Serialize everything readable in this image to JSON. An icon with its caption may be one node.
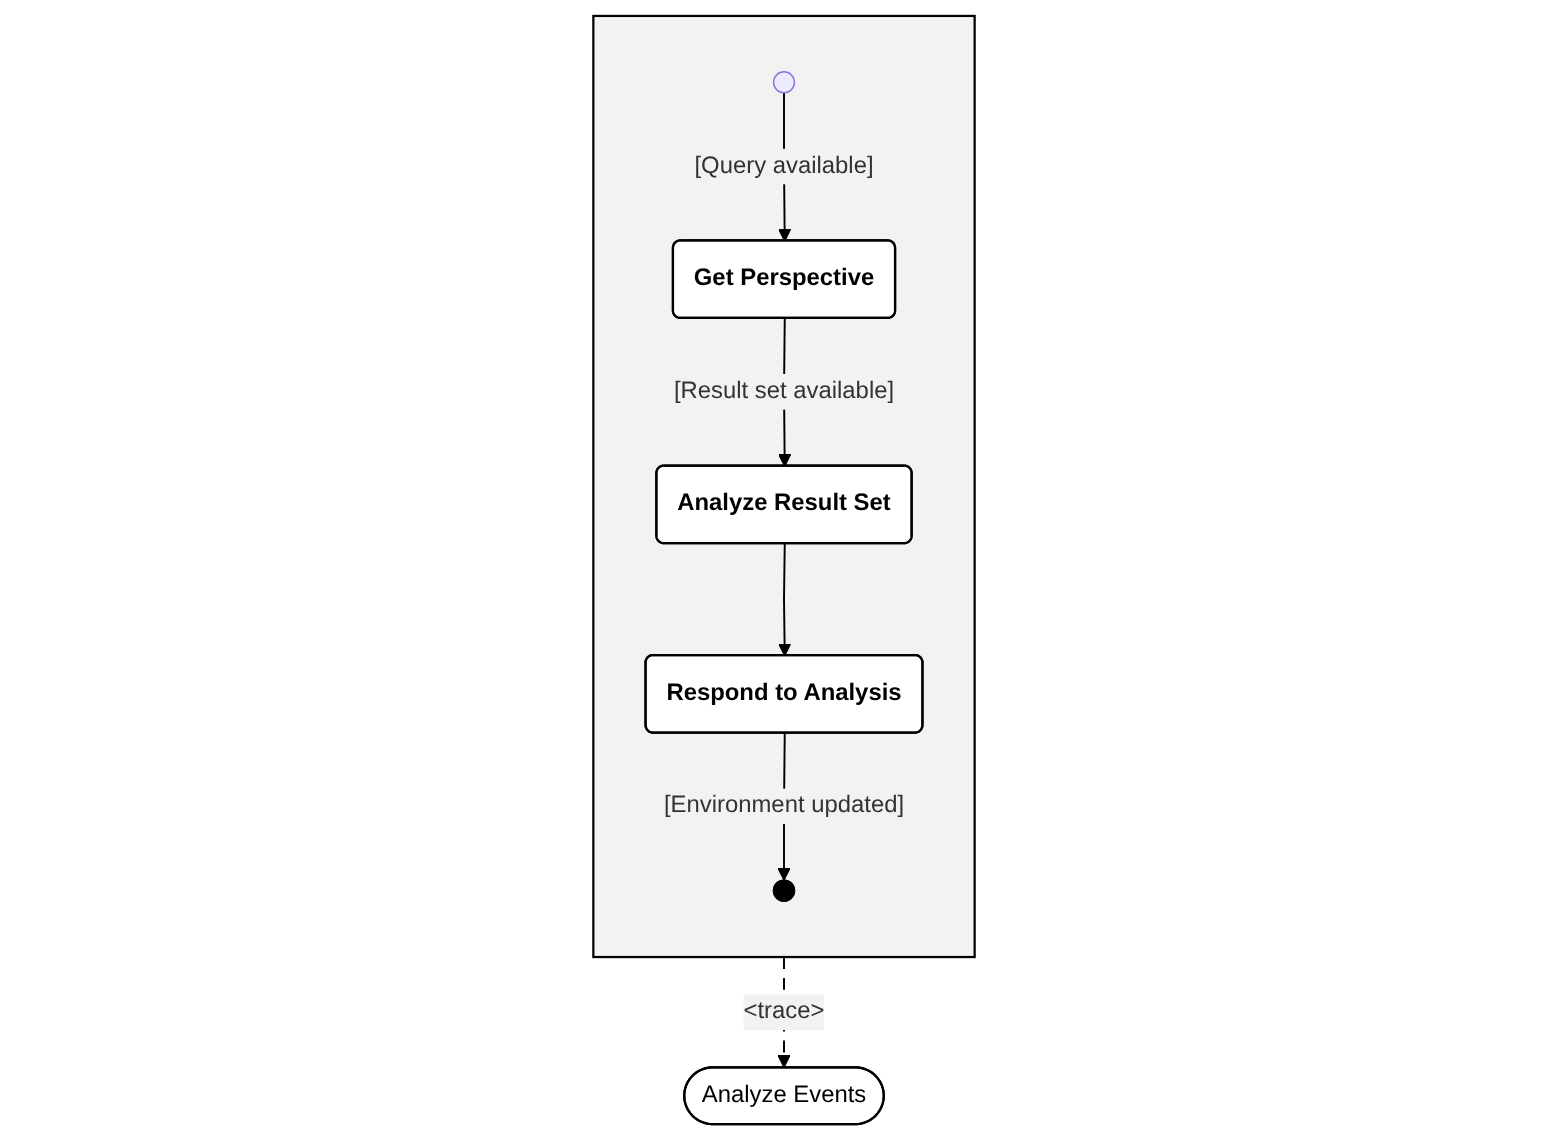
{
  "diagram": {
    "nodes": [
      {
        "text": [
          "Analyze Events"
        ]
      },
      {
        "text": [],
        "shape": "box"
      },
      {
        "text": [],
        "shape": "circle",
        "in": 1
      },
      {
        "text": [
          "Get Perspective"
        ],
        "in": 1
      },
      {
        "text": [
          "Analyze Result Set"
        ],
        "in": 1
      },
      {
        "text": [
          "Respond to Analysis"
        ],
        "in": 1
      },
      {
        "text": [],
        "shape": "bullseye",
        "in": 1
      }
    ],
    "edges": [
      {
        "from": 1,
        "to": 0,
        "arrow": "to",
        "style": "dashed",
        "label": "<trace>"
      },
      {
        "from": 2,
        "to": 3,
        "arrow": "to",
        "label": "[Query available]"
      },
      {
        "from": 3,
        "to": 4,
        "arrow": "to",
        "label": "[Result set available]"
      },
      {
        "from": 4,
        "to": 5,
        "arrow": "to"
      },
      {
        "from": 5,
        "to": 6,
        "arrow": "to",
        "label": "[Environment updated]"
      }
    ]
  }
}
